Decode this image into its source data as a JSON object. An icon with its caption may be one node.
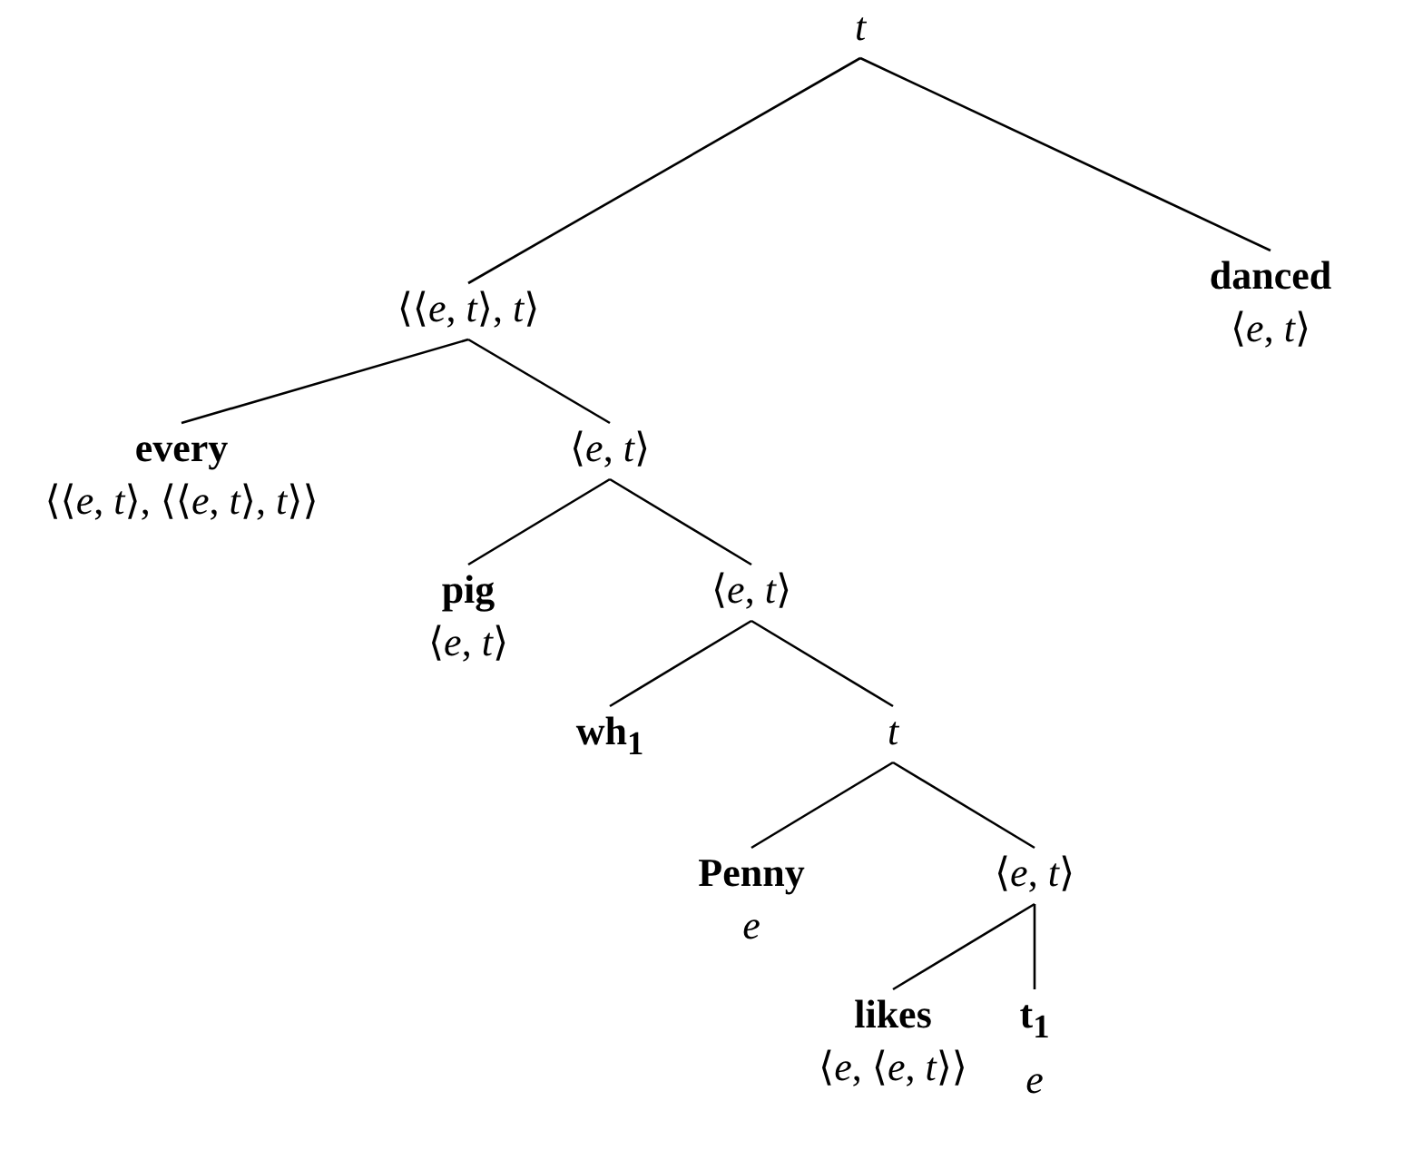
{
  "diagram": {
    "nodes": [
      {
        "text": [
          "t"
        ]
      },
      {
        "text": [
          "⟨⟨*e*, *t*⟩, *t*⟩"
        ]
      },
      {
        "text": [
          "danced",
          "⟨*e*, *t*⟩"
        ]
      },
      {
        "text": [
          "every",
          "⟨⟨*e*, *t*⟩, ⟨⟨*e*, *t*⟩, *t*⟩⟩"
        ]
      },
      {
        "text": [
          "⟨*e*, *t*⟩"
        ]
      },
      {
        "text": [
          "pig",
          "⟨*e*, *t*⟩"
        ]
      },
      {
        "text": [
          "⟨*e*, *t*⟩"
        ]
      },
      {
        "text": [
          "wh$_{1}$"
        ]
      },
      {
        "text": [
          "t"
        ]
      },
      {
        "text": [
          "Penny",
          "e"
        ]
      },
      {
        "text": [
          "⟨*e*, *t*⟩"
        ]
      },
      {
        "text": [
          "likes",
          "⟨*e*, ⟨*e*, *t*⟩⟩"
        ]
      },
      {
        "text": [
          "t$_{1}$",
          "e"
        ]
      }
    ],
    "edges": [
      {
        "from": 0,
        "to": 1,
        "arrow": "none"
      },
      {
        "from": 0,
        "to": 2,
        "arrow": "none"
      },
      {
        "from": 1,
        "to": 3,
        "arrow": "none"
      },
      {
        "from": 1,
        "to": 4,
        "arrow": "none"
      },
      {
        "from": 4,
        "to": 5,
        "arrow": "none"
      },
      {
        "from": 4,
        "to": 6,
        "arrow": "none"
      },
      {
        "from": 6,
        "to": 7,
        "arrow": "none"
      },
      {
        "from": 6,
        "to": 8,
        "arrow": "none"
      },
      {
        "from": 8,
        "to": 9,
        "arrow": "none"
      },
      {
        "from": 8,
        "to": 10,
        "arrow": "none"
      },
      {
        "from": 10,
        "to": 11,
        "arrow": "none"
      },
      {
        "from": 10,
        "to": 12,
        "arrow": "none"
      }
    ]
  }
}
